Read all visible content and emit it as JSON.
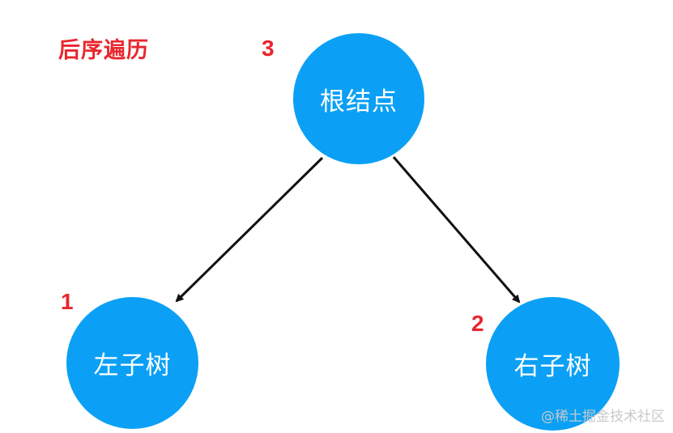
{
  "title": "后序遍历",
  "nodes": {
    "root": {
      "label": "根结点",
      "order": "3"
    },
    "left": {
      "label": "左子树",
      "order": "1"
    },
    "right": {
      "label": "右子树",
      "order": "2"
    }
  },
  "colors": {
    "node_fill": "#0ba0f5",
    "order_text": "#e8262d",
    "edge": "#111111"
  },
  "watermark": "@稀土掘金技术社区"
}
